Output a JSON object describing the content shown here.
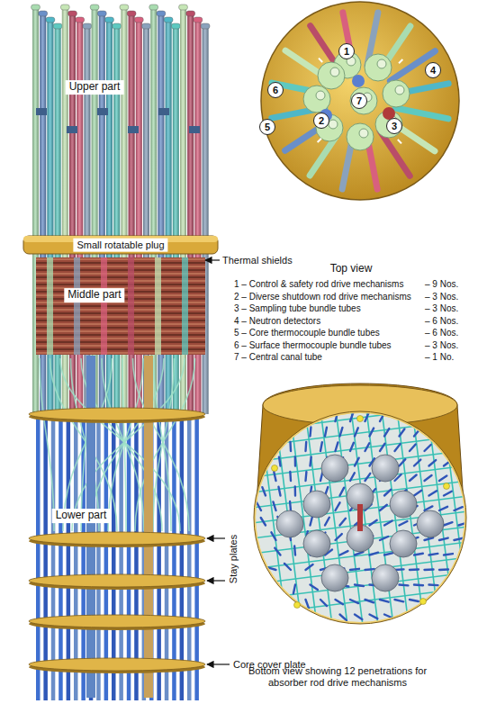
{
  "diagram": {
    "nodes": [
      {
        "text": [
          "1"
        ]
      },
      {
        "text": [
          "4"
        ]
      },
      {
        "text": [
          "6"
        ]
      },
      {
        "text": [
          "5"
        ]
      },
      {
        "text": [
          "7"
        ]
      },
      {
        "text": [
          "2"
        ]
      },
      {
        "text": [
          "3"
        ]
      }
    ],
    "labels": [
      "Upper part",
      "Small rotatable plug",
      "Middle part",
      "Thermal shields",
      "Top view",
      "1 – Control & safety rod drive mechanisms",
      "– 9 Nos.",
      "2 – Diverse shutdown rod drive mechanisms",
      "– 3 Nos.",
      "3 – Sampling tube bundle tubes",
      "– 3 Nos.",
      "4 – Neutron detectors",
      "– 6 Nos.",
      "5 – Core thermocouple bundle tubes",
      "– 6 Nos.",
      "6 – Surface thermocouple bundle tubes",
      "– 3 Nos.",
      "7 – Central canal tube",
      "– 1 No.",
      "Lower part",
      "Stay plates",
      "Core cover plate",
      "Bottom view showing 12 penetrations for absorber rod drive mechanisms"
    ]
  }
}
